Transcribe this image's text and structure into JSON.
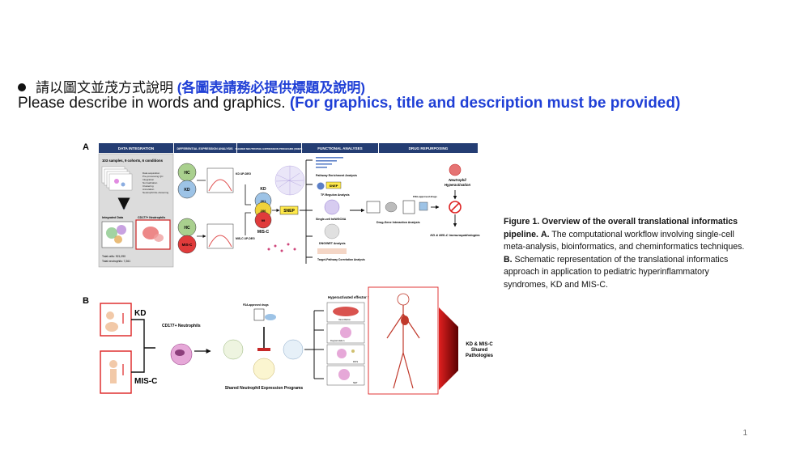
{
  "slide": {
    "line1_zh": "請以圖文並茂方式說明",
    "line1_zh_emph": "(各圖表請務必提供標題及說明)",
    "line2_en": "Please describe in words and graphics.",
    "line2_en_emph": "(For graphics, title and description must be provided)",
    "page_number": "1"
  },
  "caption": {
    "title": "Figure 1. Overview of the overall translational informatics pipeline.",
    "a_label": "A.",
    "a_text": "The computational workflow involving single-cell meta-analysis, bioinformatics, and cheminformatics techniques.",
    "b_label": "B.",
    "b_text": "Schematic representation of the translational informatics approach in application to pediatric hyperinflammatory syndromes, KD and MIS-C."
  },
  "figure": {
    "panel_a": "A",
    "panel_b": "B",
    "headers": [
      "DATA INTEGRATION",
      "DIFFERENTIAL EXPRESSION ANALYSIS",
      "SHARED NEUTROPHIL EXPRESSION PROGRAMS (SNEP)",
      "FUNCTIONAL ANALYSES",
      "DRUG REPURPOSING"
    ],
    "di_title": "103 samples, 9 cohorts, 6 conditions",
    "di_steps": [
      "Data acquisition",
      "Pre-processing QC",
      "Integration",
      "Normalization",
      "Clustering",
      "Annotation",
      "Neutrophil Re-clustering"
    ],
    "di_integrated": "Integrated Data",
    "di_cd177": "CD177+ Neutrophils",
    "di_total_cells": "Total cells: 921,090",
    "di_total_neut": "Total neutrophils: 7,261",
    "hc": "HC",
    "kd": "KD",
    "misc": "MIS-C",
    "kd_deg": "KD UP-DEG",
    "misc_deg": "MIS-C UP-DEG",
    "venn_kd": "KD",
    "venn_misc": "MIS-C",
    "venn_kd_n": "261",
    "venn_shared_n": "286",
    "venn_misc_n": "99",
    "snep": "SNEP",
    "fa_pathway": "Pathway Enrichment Analysis",
    "fa_tf_badge": "SNEP",
    "fa_tf": "TF-Regulon Analysis",
    "fa_sc": "Single-cell hdWGCNA",
    "fa_dna": "DNG/WET Analysis",
    "fa_target": "Target-Pathway Correlation Analysis",
    "dr_fda": "FDA-approved drugs",
    "dr_dgi": "Drug-Gene Interaction Analysis",
    "dr_neut": "Neutrophil",
    "dr_hyper": "Hyperactivation",
    "dr_outcome": "KD & MIS-C immunopathologies",
    "b_kd": "KD",
    "b_misc": "MIS-C",
    "b_cd177": "CD177+ Neutrophils",
    "b_fda": "FDA-approved drugs",
    "b_snep_label": "Shared Neutrophil Expression Programs",
    "b_hyper": "Hyperactivated effector functions",
    "b_func1": "Vasodilation",
    "b_func2": "Degranulation",
    "b_func3": "ROS",
    "b_func4": "NET",
    "b_shared": "KD & MIS-C Shared Pathologies",
    "colors": {
      "header": "#243d73",
      "hc": "#a9d08e",
      "kd": "#9dc3e6",
      "misc": "#e03b3b",
      "highlight": "#1f3fd6",
      "venn_mid": "#f0d23a",
      "outline_red": "#cc2222"
    }
  }
}
